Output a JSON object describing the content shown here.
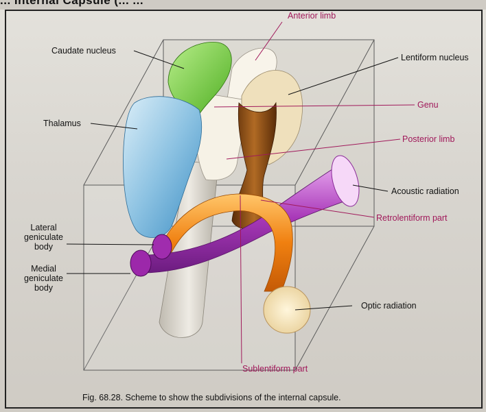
{
  "header": {
    "partial_text": "... Internal Capsule (... ..."
  },
  "labels": {
    "anterior_limb": "Anterior limb",
    "caudate_nucleus": "Caudate nucleus",
    "lentiform_nucleus": "Lentiform nucleus",
    "genu": "Genu",
    "thalamus": "Thalamus",
    "posterior_limb": "Posterior limb",
    "acoustic_radiation": "Acoustic radiation",
    "retrolentiform_part": "Retrolentiform part",
    "lateral_geniculate_body": "Lateral\ngeniculate\nbody",
    "medial_geniculate_body": "Medial\ngeniculate\nbody",
    "optic_radiation": "Optic radiation",
    "sublentiform_part": "Sublentiform part"
  },
  "caption": "Fig. 68.28. Scheme to show the subdivisions of the internal capsule.",
  "colors": {
    "label_magenta": "#a0185a",
    "caudate_green": "#6cc832",
    "thalamus_blue": "#7fb8dc",
    "capsule_white": "#f5f1e6",
    "lentiform_brown": "#8a4a14",
    "optic_orange": "#f07a10",
    "acoustic_purple": "#9c2ea8"
  }
}
